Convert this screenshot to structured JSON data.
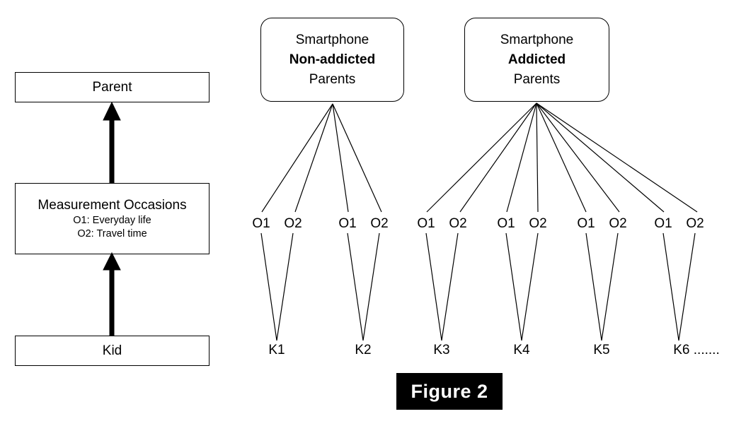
{
  "figure": {
    "caption": "Figure 2",
    "caption_bg": "#000000",
    "caption_fg": "#ffffff",
    "line_color": "#000000",
    "background": "#ffffff"
  },
  "legend_panel": {
    "levels": [
      {
        "id": "parent",
        "title": "Parent",
        "sublines": []
      },
      {
        "id": "measurement-occasions",
        "title": "Measurement Occasions",
        "sublines": [
          "O1: Everyday life",
          "O2: Travel time"
        ]
      },
      {
        "id": "kid",
        "title": "Kid",
        "sublines": []
      }
    ],
    "arrows": [
      {
        "id": "kid-to-measurement",
        "direction": "up"
      },
      {
        "id": "measurement-to-parent",
        "direction": "up"
      }
    ]
  },
  "model_panel": {
    "groups": [
      {
        "id": "non-addicted",
        "lines": [
          {
            "text": "Smartphone",
            "bold": false
          },
          {
            "text": "Non-addicted",
            "bold": true
          },
          {
            "text": "Parents",
            "bold": false
          }
        ],
        "children": [
          {
            "kid": "K1",
            "occasions": [
              "O1",
              "O2"
            ]
          },
          {
            "kid": "K2",
            "occasions": [
              "O1",
              "O2"
            ]
          }
        ]
      },
      {
        "id": "addicted",
        "lines": [
          {
            "text": "Smartphone",
            "bold": false
          },
          {
            "text": "Addicted",
            "bold": true
          },
          {
            "text": "Parents",
            "bold": false
          }
        ],
        "children": [
          {
            "kid": "K3",
            "occasions": [
              "O1",
              "O2"
            ]
          },
          {
            "kid": "K4",
            "occasions": [
              "O1",
              "O2"
            ]
          },
          {
            "kid": "K5",
            "occasions": [
              "O1",
              "O2"
            ]
          },
          {
            "kid": "K6 .......",
            "occasions": [
              "O1",
              "O2"
            ]
          }
        ]
      }
    ]
  }
}
